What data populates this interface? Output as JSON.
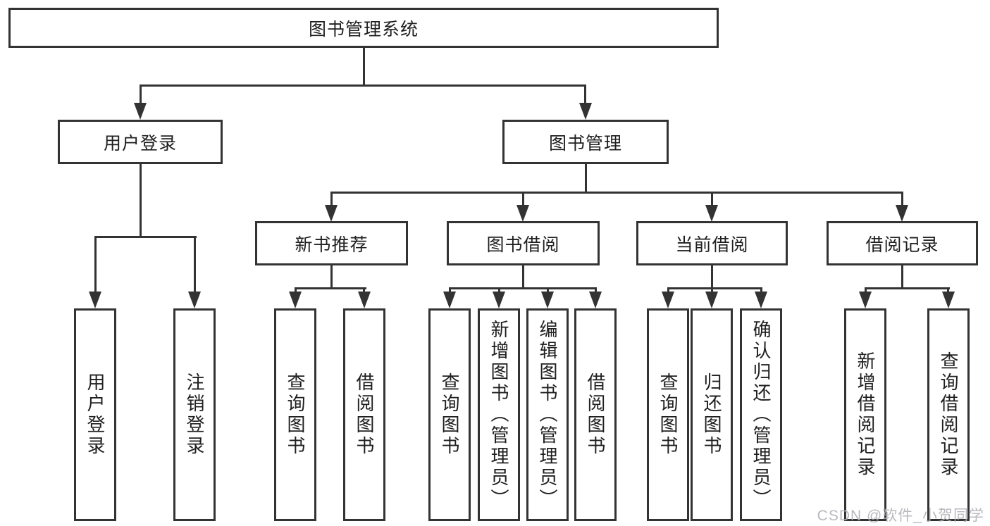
{
  "diagram": {
    "title": "图书管理系统",
    "tree": {
      "root": {
        "label": "图书管理系统"
      },
      "level2": [
        {
          "label": "用户登录",
          "children": [
            {
              "label": "用户登录"
            },
            {
              "label": "注销登录"
            }
          ]
        },
        {
          "label": "图书管理",
          "children": [
            {
              "label": "新书推荐",
              "children": [
                {
                  "label": "查询图书"
                },
                {
                  "label": "借阅图书"
                }
              ]
            },
            {
              "label": "图书借阅",
              "children": [
                {
                  "label": "查询图书"
                },
                {
                  "label": "新增图书（管理员）"
                },
                {
                  "label": "编辑图书（管理员）"
                },
                {
                  "label": "借阅图书"
                }
              ]
            },
            {
              "label": "当前借阅",
              "children": [
                {
                  "label": "查询图书"
                },
                {
                  "label": "归还图书"
                },
                {
                  "label": "确认归还（管理员）"
                }
              ]
            },
            {
              "label": "借阅记录",
              "children": [
                {
                  "label": "新增借阅记录"
                },
                {
                  "label": "查询借阅记录"
                }
              ]
            }
          ]
        }
      ]
    },
    "colors": {
      "line": "#333333",
      "box_background": "#ffffff",
      "text": "#1f1f1f",
      "watermark": "#b2b1b7"
    }
  },
  "watermark": {
    "text": "CSDN @软件_小贺同学"
  }
}
